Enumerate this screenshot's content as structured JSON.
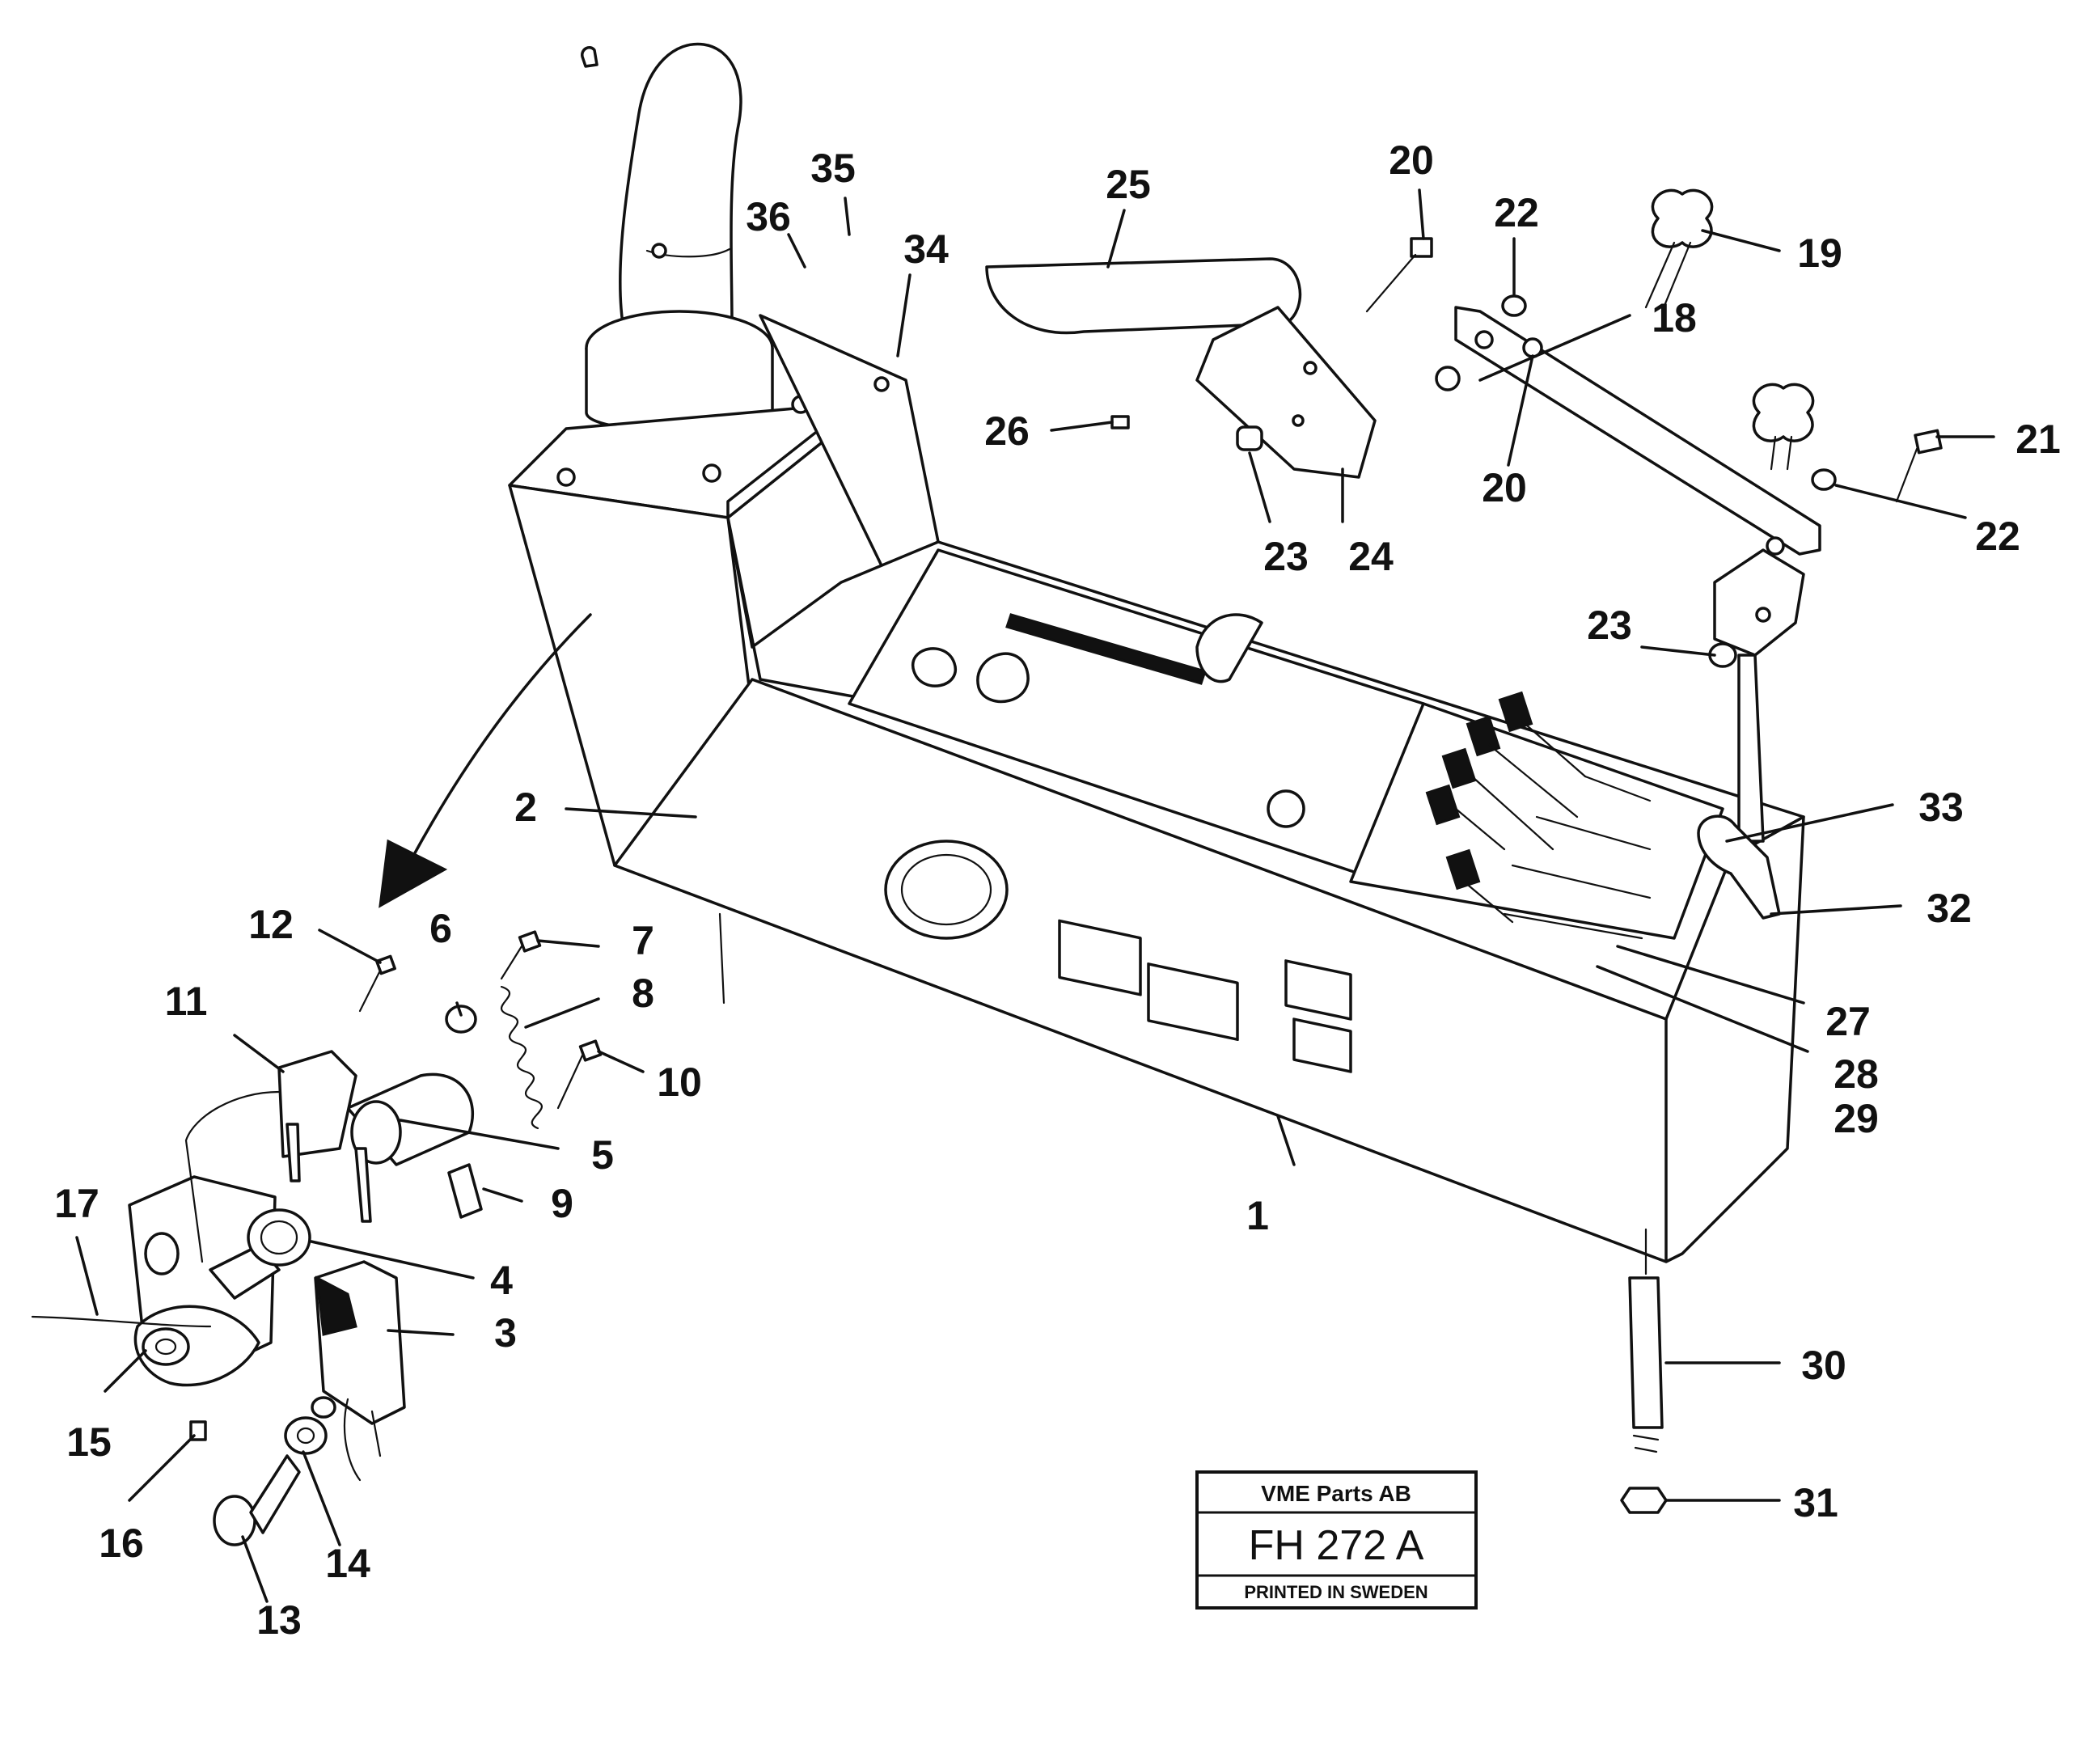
{
  "labels": [
    "1",
    "2",
    "3",
    "4",
    "5",
    "6",
    "7",
    "8",
    "9",
    "10",
    "11",
    "12",
    "13",
    "14",
    "15",
    "16",
    "17",
    "18",
    "19",
    "20",
    "20",
    "21",
    "22",
    "22",
    "23",
    "23",
    "24",
    "25",
    "26",
    "27",
    "28",
    "29",
    "30",
    "31",
    "32",
    "33",
    "34",
    "35",
    "36"
  ],
  "title_block": {
    "company": "VME Parts AB",
    "code": "FH 272 A",
    "printed": "PRINTED IN SWEDEN"
  }
}
